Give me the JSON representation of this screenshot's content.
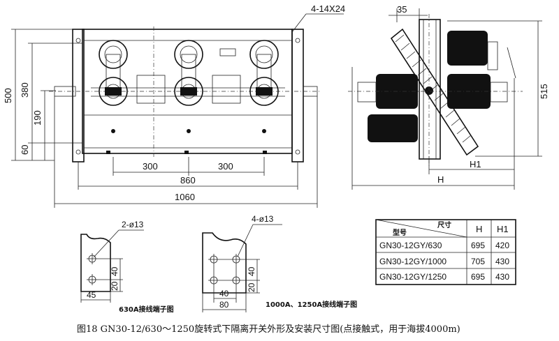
{
  "front_view": {
    "dim_hole": "4-14X24",
    "dim_height_total": "500",
    "dim_380": "380",
    "dim_190": "190",
    "dim_60": "60",
    "dim_300_left": "300",
    "dim_300_right": "300",
    "dim_860": "860",
    "dim_1060": "1060"
  },
  "side_view": {
    "dim_35": "35",
    "dim_515": "515",
    "dim_h1": "H1",
    "dim_h": "H"
  },
  "terminal_630": {
    "hole_label": "2-ø13",
    "dim_40": "40",
    "dim_20": "20",
    "dim_45": "45",
    "caption": "630A接线端子图"
  },
  "terminal_1000": {
    "hole_label": "4-ø13",
    "dim_40v": "40",
    "dim_20v": "20",
    "dim_40h": "40",
    "dim_80": "80",
    "caption": "1000A、1250A接线端子图"
  },
  "table": {
    "header_model": "型号",
    "header_size": "尺寸",
    "header_h": "H",
    "header_h1": "H1",
    "rows": [
      {
        "model": "GN30-12GY/630",
        "h": "695",
        "h1": "420"
      },
      {
        "model": "GN30-12GY/1000",
        "h": "705",
        "h1": "430"
      },
      {
        "model": "GN30-12GY/1250",
        "h": "695",
        "h1": "430"
      }
    ]
  },
  "caption": "图18  GN30-12/630～1250旋转式下隔离开关外形及安装尺寸图(点接触式，用于海拔4000m)"
}
